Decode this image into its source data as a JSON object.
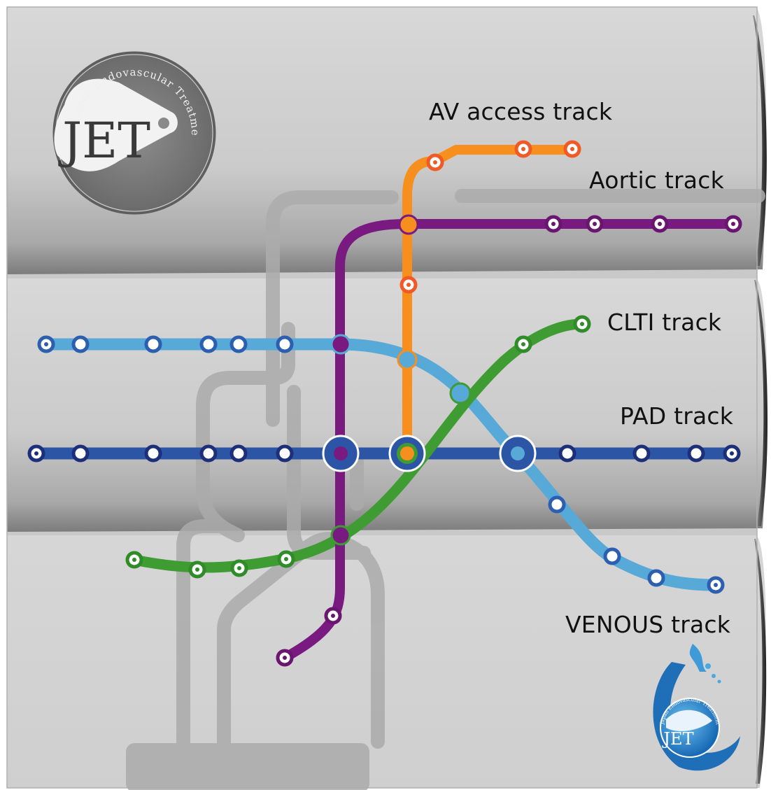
{
  "logo_main": {
    "text_arc": "Japan Endovascular Treatment Conference",
    "monogram": "JET"
  },
  "logo_venous": {
    "text_arc": "Japan Endovascular Treatment Conference",
    "monogram": "JET"
  },
  "tracks": {
    "av_access": {
      "label": "AV access track",
      "color": "#f7901e"
    },
    "aortic": {
      "label": "Aortic track",
      "color": "#7a1a7e"
    },
    "clti": {
      "label": "CLTI track",
      "color": "#3e9b32"
    },
    "pad": {
      "label": "PAD track",
      "color": "#2f55a4"
    },
    "venous": {
      "label": "VENOUS track",
      "color": "#54a8d6"
    }
  },
  "colors": {
    "background": "#c7c7c7",
    "panel_light": "#d3d3d3",
    "station_fill": "#ffffff"
  }
}
